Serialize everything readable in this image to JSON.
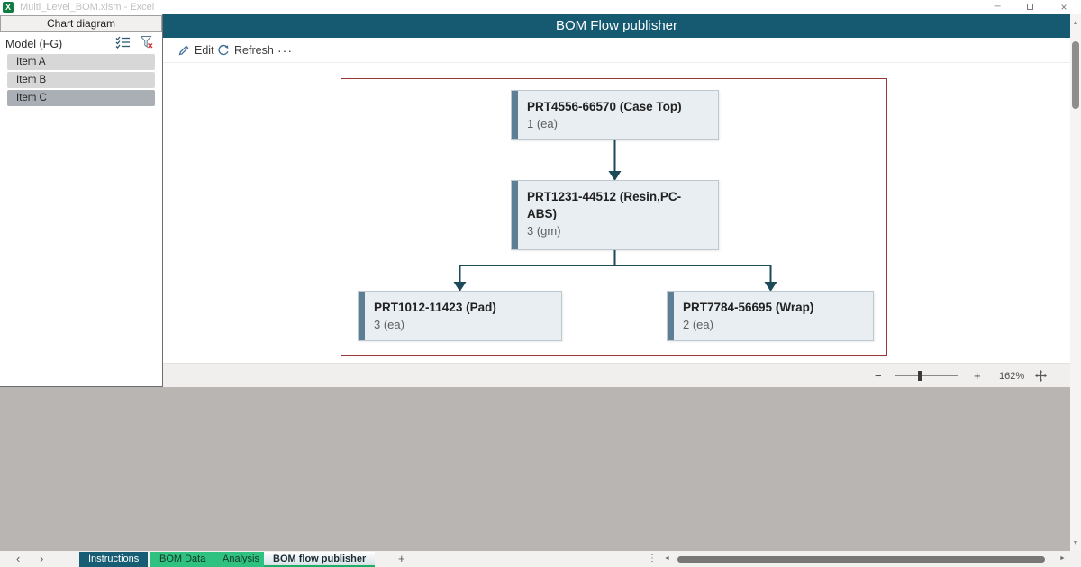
{
  "window": {
    "title": "Multi_Level_BOM.xlsm - Excel"
  },
  "icons": {
    "minimize": "─",
    "close": "×",
    "more": "···",
    "zoom_out": "−",
    "zoom_in": "+",
    "scroll_up": "▲",
    "scroll_down": "▼",
    "scroll_left": "◄",
    "scroll_right": "►",
    "nav_prev": "‹",
    "nav_next": "›",
    "add_sheet": "+",
    "drag_dots": "⋮",
    "excel_logo": "X"
  },
  "sidebar": {
    "header": "Chart diagram",
    "field_label": "Model (FG)",
    "items": [
      {
        "label": "Item A",
        "selected": false
      },
      {
        "label": "Item B",
        "selected": false
      },
      {
        "label": "Item C",
        "selected": true
      }
    ]
  },
  "addin": {
    "title": "BOM Flow publisher",
    "toolbar": {
      "edit": "Edit",
      "refresh": "Refresh"
    }
  },
  "diagram": {
    "type": "bom-flow-tree",
    "nodes": [
      {
        "title": "PRT4556-66570 (Case Top)",
        "qty": "1 (ea)"
      },
      {
        "title": "PRT1231-44512 (Resin,PC-ABS)",
        "qty": "3 (gm)"
      },
      {
        "title": "PRT1012-11423 (Pad)",
        "qty": "3 (ea)"
      },
      {
        "title": "PRT7784-56695 (Wrap)",
        "qty": "2 (ea)"
      }
    ],
    "edges": [
      {
        "from": 0,
        "to": 1
      },
      {
        "from": 1,
        "to": 2
      },
      {
        "from": 1,
        "to": 3
      }
    ]
  },
  "zoom_bar": {
    "level": "162%"
  },
  "sheet_tabs": [
    {
      "label": "Instructions",
      "style": "teal"
    },
    {
      "label": "BOM Data",
      "style": "green"
    },
    {
      "label": "Analysis",
      "style": "green"
    },
    {
      "label": "BOM flow publisher",
      "style": "active"
    }
  ],
  "colors": {
    "header_teal": "#165a72",
    "tab_green": "#2ec17f",
    "frame_red": "#953735",
    "node_bg": "#e9eef2",
    "node_accent": "#5c7f95",
    "connector": "#1c4a58",
    "canvas_gray": "#b8b5b2"
  }
}
